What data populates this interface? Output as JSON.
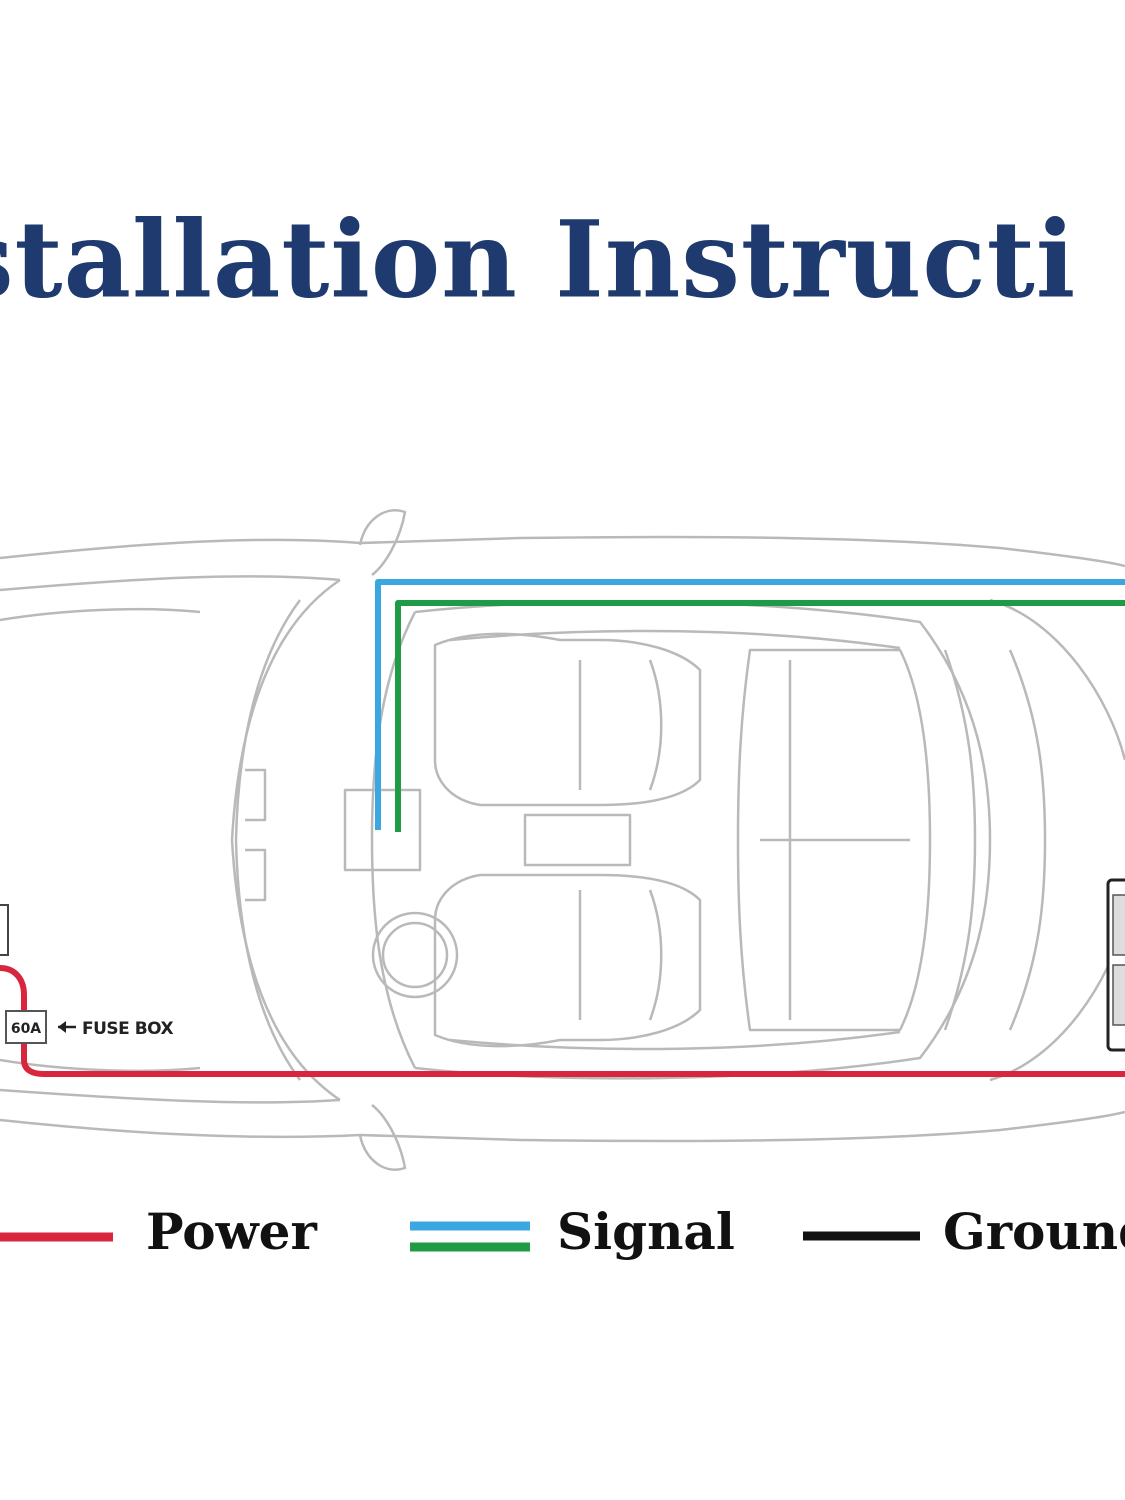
{
  "title": "stallation Instructi",
  "fuse": {
    "rating": "60A",
    "label": "FUSE BOX"
  },
  "legend": [
    {
      "label": "Power",
      "colors": [
        "#d7263d"
      ]
    },
    {
      "label": "Signal",
      "colors": [
        "#3aa7e0",
        "#1f9a45"
      ]
    },
    {
      "label": "Ground",
      "colors": [
        "#111111"
      ]
    }
  ],
  "colors": {
    "title": "#1e3a6e",
    "power": "#d7263d",
    "signal_blue": "#3aa7e0",
    "signal_green": "#1f9a45",
    "ground": "#111111",
    "car_outline": "#b9b9b9"
  }
}
